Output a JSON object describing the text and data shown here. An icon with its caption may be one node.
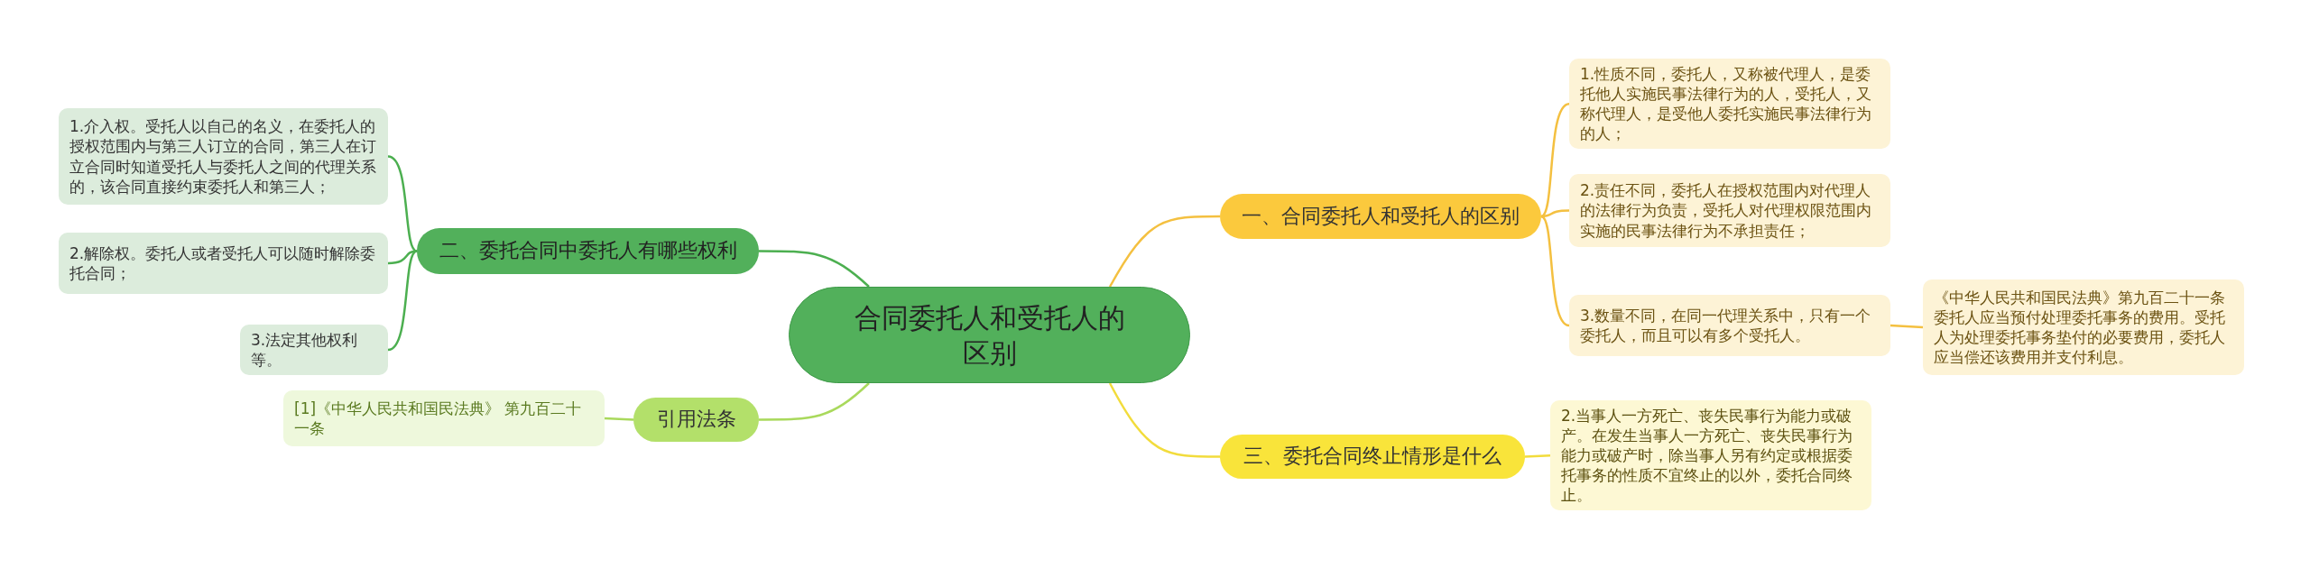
{
  "diagram": {
    "nodes": [
      {
        "text": [
          "合同委托人和受托人的区别"
        ]
      },
      {
        "text": [
          "一、合同委托人和受托人的区别"
        ]
      },
      {
        "text": [
          "1.性质不同，委托人，又称被代理人，是委托他人实施民事法律行为的人，受托人，又称代理人，是受他人委托实施民事法律行为的人；"
        ]
      },
      {
        "text": [
          "2.责任不同，委托人在授权范围内对代理人的法律行为负责，受托人对代理权限范围内实施的民事法律行为不承担责任；"
        ]
      },
      {
        "text": [
          "3.数量不同，在同一代理关系中，只有一个委托人，而且可以有多个受托人。"
        ]
      },
      {
        "text": [
          "《中华人民共和国民法典》第九百二十一条委托人应当预付处理委托事务的费用。受托人为处理委托事务垫付的必要费用，委托人应当偿还该费用并支付利息。"
        ]
      },
      {
        "text": [
          "三、委托合同终止情形是什么"
        ]
      },
      {
        "text": [
          "2.当事人一方死亡、丧失民事行为能力或破产。在发生当事人一方死亡、丧失民事行为能力或破产时，除当事人另有约定或根据委托事务的性质不宜终止的以外，委托合同终止。"
        ]
      },
      {
        "text": [
          "二、委托合同中委托人有哪些权利"
        ]
      },
      {
        "text": [
          "1.介入权。受托人以自己的名义，在委托人的授权范围内与第三人订立的合同，第三人在订立合同时知道受托人与委托人之间的代理关系的，该合同直接约束委托人和第三人；"
        ]
      },
      {
        "text": [
          "2.解除权。委托人或者受托人可以随时解除委托合同；"
        ]
      },
      {
        "text": [
          "3.法定其他权利等。"
        ]
      },
      {
        "text": [
          "引用法条"
        ]
      },
      {
        "text": [
          "[1]《中华人民共和国民法典》 第九百二十一条"
        ]
      }
    ],
    "edges": [
      {
        "from": 0,
        "to": 1,
        "arrow": "none"
      },
      {
        "from": 1,
        "to": 2,
        "arrow": "none"
      },
      {
        "from": 1,
        "to": 3,
        "arrow": "none"
      },
      {
        "from": 1,
        "to": 4,
        "arrow": "none"
      },
      {
        "from": 4,
        "to": 5,
        "arrow": "none"
      },
      {
        "from": 0,
        "to": 6,
        "arrow": "none",
        "color": "#f2dc3c"
      },
      {
        "from": 6,
        "to": 7,
        "arrow": "none",
        "color": "#f2dc3c"
      },
      {
        "from": 0,
        "to": 8,
        "arrow": "none",
        "color": "#4caf50"
      },
      {
        "from": 8,
        "to": 9,
        "arrow": "none",
        "color": "#4caf50"
      },
      {
        "from": 8,
        "to": 10,
        "arrow": "none",
        "color": "#4caf50"
      },
      {
        "from": 8,
        "to": 11,
        "arrow": "none",
        "color": "#4caf50"
      },
      {
        "from": 0,
        "to": 12,
        "arrow": "none",
        "color": "#a9d95c"
      },
      {
        "from": 12,
        "to": 13,
        "arrow": "none",
        "color": "#a9d95c"
      }
    ]
  }
}
